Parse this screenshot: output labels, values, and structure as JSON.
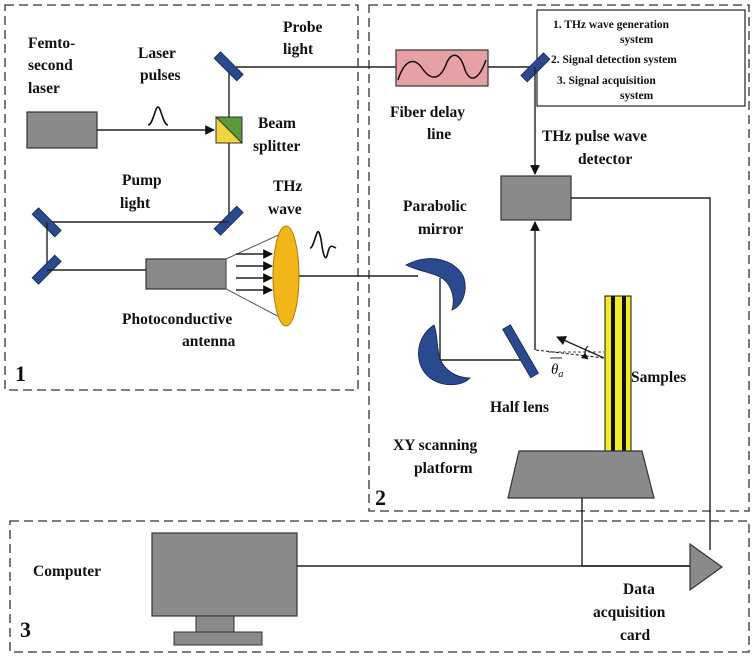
{
  "labels": {
    "femtosecond_laser": [
      "Femto-",
      "second",
      "laser"
    ],
    "laser_pulses": [
      "Laser",
      "pulses"
    ],
    "probe_light": [
      "Probe",
      "light"
    ],
    "beam_splitter": [
      "Beam",
      "splitter"
    ],
    "pump_light": [
      "Pump",
      "light"
    ],
    "thz_wave": [
      "THz",
      "wave"
    ],
    "photoconductive_antenna": [
      "Photoconductive",
      "antenna"
    ],
    "fiber_delay_line": [
      "Fiber delay",
      "line"
    ],
    "thz_detector": [
      "THz pulse wave",
      "detector"
    ],
    "parabolic_mirror": [
      "Parabolic",
      "mirror"
    ],
    "half_lens": "Half lens",
    "samples": "Samples",
    "xy_platform": [
      "XY scanning",
      "platform"
    ],
    "computer": "Computer",
    "data_card": [
      "Data",
      "acquisition",
      "card"
    ],
    "theta": "θ",
    "theta_sub": "a"
  },
  "legend": [
    [
      "1. THz wave generation",
      "system"
    ],
    [
      "2. Signal detection system"
    ],
    [
      "3. Signal acquisition",
      "system"
    ]
  ],
  "regions": {
    "one": "1",
    "two": "2",
    "three": "3"
  },
  "colors": {
    "mirror": "#2a4a8f",
    "lens": "#f2b619",
    "delay": "#e7a0a6",
    "sample_yellow": "#f3ea2b",
    "splitter_green": "#5a9a3a",
    "splitter_yellow": "#f0d540",
    "device_gray": "#8a8a8a"
  }
}
